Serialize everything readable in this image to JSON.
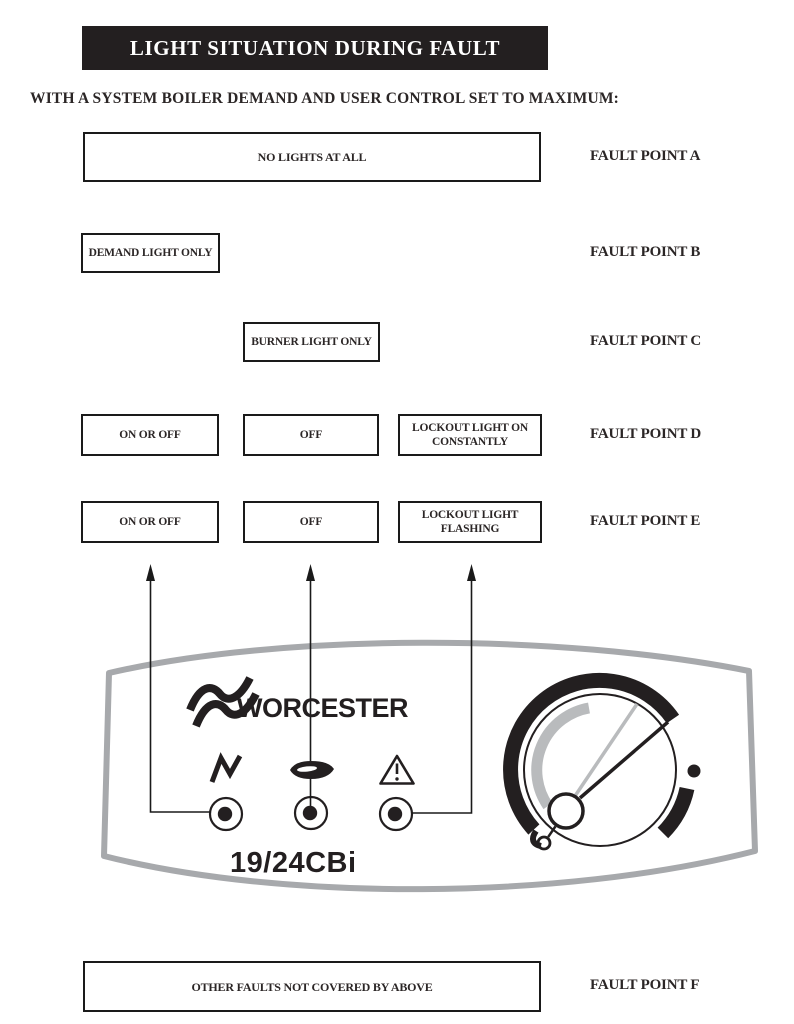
{
  "title": "LIGHT SITUATION DURING FAULT",
  "subtitle": "WITH A SYSTEM BOILER DEMAND AND USER CONTROL SET TO MAXIMUM:",
  "colors": {
    "ink": "#231f20",
    "title_bar_bg": "#231f20",
    "title_text": "#ffffff",
    "panel_outline": "#a7a9ac",
    "knob_gray": "#b9bbbd"
  },
  "fault_rows": [
    {
      "id": "A",
      "label": "FAULT POINT A",
      "boxes": [
        {
          "text": "NO LIGHTS AT ALL"
        }
      ]
    },
    {
      "id": "B",
      "label": "FAULT POINT B",
      "boxes": [
        {
          "text": "DEMAND LIGHT ONLY"
        }
      ]
    },
    {
      "id": "C",
      "label": "FAULT POINT C",
      "boxes": [
        {
          "text": "BURNER LIGHT ONLY"
        }
      ]
    },
    {
      "id": "D",
      "label": "FAULT POINT D",
      "boxes": [
        {
          "text": "ON OR OFF"
        },
        {
          "text": "OFF"
        },
        {
          "text": "LOCKOUT LIGHT ON CONSTANTLY"
        }
      ]
    },
    {
      "id": "E",
      "label": "FAULT POINT E",
      "boxes": [
        {
          "text": "ON OR OFF"
        },
        {
          "text": "OFF"
        },
        {
          "text": "LOCKOUT LIGHT FLASHING"
        }
      ]
    },
    {
      "id": "F",
      "label": "FAULT POINT F",
      "boxes": [
        {
          "text": "OTHER FAULTS NOT COVERED BY ABOVE"
        }
      ]
    }
  ],
  "panel": {
    "brand": "WORCESTER",
    "model": "19/24CBi",
    "indicators": [
      {
        "name": "demand",
        "icon": "lightning-icon"
      },
      {
        "name": "burner",
        "icon": "flame-icon"
      },
      {
        "name": "lockout",
        "icon": "warning-triangle-icon"
      }
    ],
    "knob_position": "maximum"
  }
}
